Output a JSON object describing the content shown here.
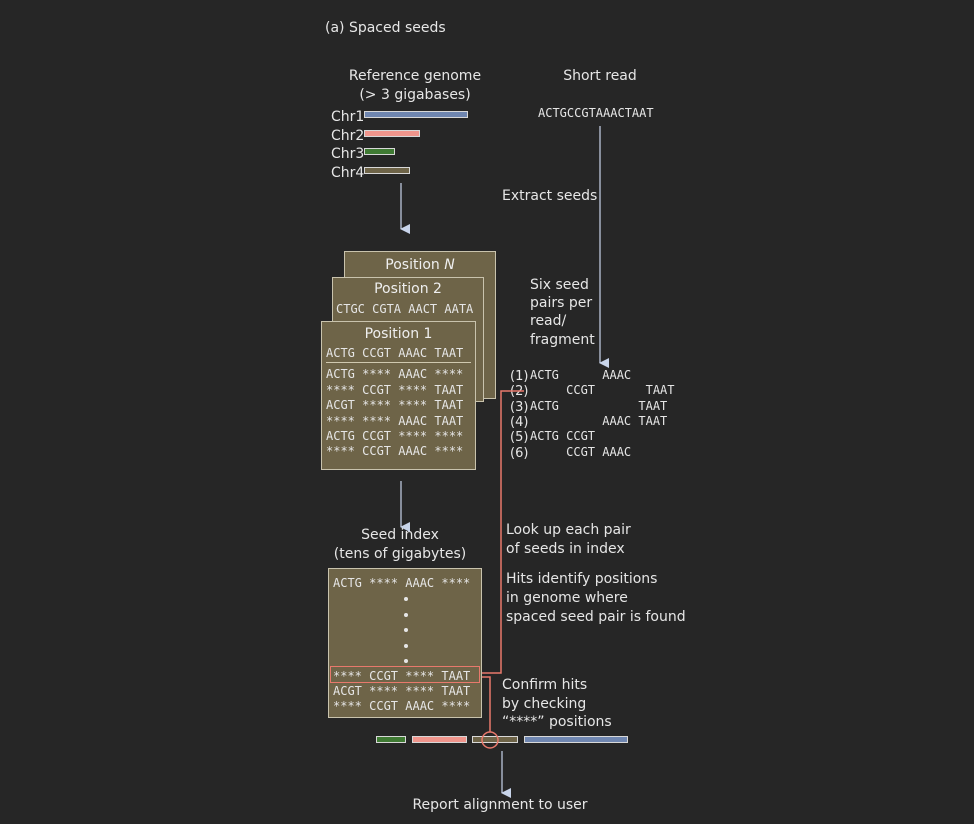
{
  "panel_title": "(a) Spaced seeds",
  "reference": {
    "title_line1": "Reference genome",
    "title_line2": "(> 3 gigabases)",
    "chromosomes": [
      {
        "label": "Chr1",
        "color": "#6f86b0"
      },
      {
        "label": "Chr2",
        "color": "#f0958c"
      },
      {
        "label": "Chr3",
        "color": "#3f7a33"
      },
      {
        "label": "Chr4",
        "color": "#6e6448"
      }
    ]
  },
  "short_read": {
    "title": "Short read",
    "sequence": "ACTGCCGTAAACTAAT"
  },
  "extract_label": "Extract seeds",
  "six_seed": {
    "line1": "Six seed",
    "line2": "pairs per",
    "line3": "read/",
    "line4": "fragment"
  },
  "cards": {
    "position_n": {
      "title_prefix": "Position ",
      "title_var": "N"
    },
    "position_2": {
      "title": "Position 2",
      "sequence": "CTGC CGTA AACT AATA"
    },
    "position_1": {
      "title": "Position 1",
      "sequence": "ACTG CCGT AAAC TAAT",
      "rows": [
        "ACTG **** AAAC ****",
        "**** CCGT **** TAAT",
        "ACGT **** **** TAAT",
        "**** **** AAAC TAAT",
        "ACTG CCGT **** ****",
        "**** CCGT AAAC ****"
      ]
    }
  },
  "seed_pairs": [
    {
      "num": "(1)",
      "seeds": "ACTG      AAAC"
    },
    {
      "num": "(2)",
      "seeds": "     CCGT       TAAT"
    },
    {
      "num": "(3)",
      "seeds": "ACTG           TAAT"
    },
    {
      "num": "(4)",
      "seeds": "          AAAC TAAT"
    },
    {
      "num": "(5)",
      "seeds": "ACTG CCGT"
    },
    {
      "num": "(6)",
      "seeds": "     CCGT AAAC"
    }
  ],
  "seed_index": {
    "title_line1": "Seed index",
    "title_line2": "(tens of gigabytes)",
    "top_row": "ACTG **** AAAC ****",
    "rows": [
      "**** CCGT **** TAAT",
      "ACGT **** **** TAAT",
      "**** CCGT AAAC ****"
    ]
  },
  "lookup": {
    "line1": "Look up each pair",
    "line2": "of seeds in index"
  },
  "hits": {
    "line1": "Hits identify positions",
    "line2": "in genome where",
    "line3": "spaced seed pair is found"
  },
  "confirm": {
    "line1": "Confirm hits",
    "line2": "by checking",
    "line3": "“****” positions"
  },
  "report_label": "Report alignment to user",
  "colors": {
    "background": "#262626",
    "card_fill": "#6e6448",
    "highlight": "#e8796c",
    "arrow": "#c8d4ea"
  }
}
